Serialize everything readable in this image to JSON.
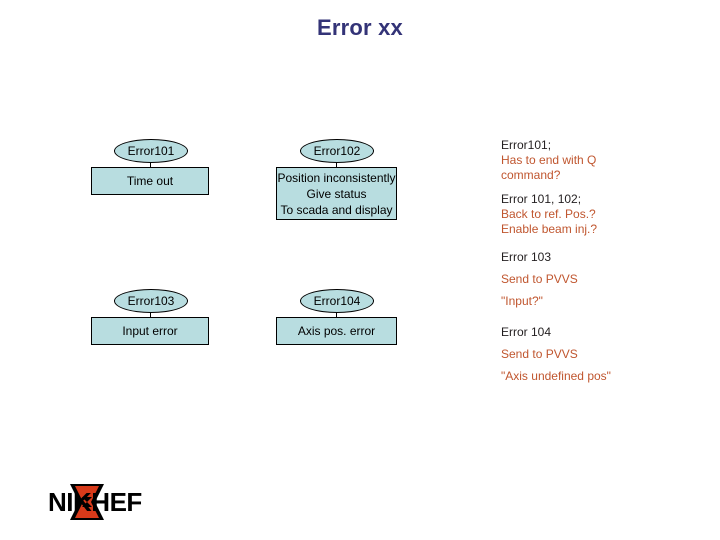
{
  "slide": {
    "title": "Error xx",
    "background_color": "#ffffff",
    "title_color": "#333377"
  },
  "palette": {
    "node_fill": "#b8dde0",
    "node_border": "#000000",
    "note_head_color": "#231f20",
    "note_body_color": "#c0562f",
    "logo_red": "#d83a1a",
    "logo_black": "#000000"
  },
  "flow": {
    "nodes": [
      {
        "id": "error101",
        "ellipse_label": "Error101",
        "rect_lines": [
          "Time out"
        ]
      },
      {
        "id": "error102",
        "ellipse_label": "Error102",
        "rect_lines": [
          "Position inconsistently",
          "Give status",
          "To scada and display"
        ]
      },
      {
        "id": "error103",
        "ellipse_label": "Error103",
        "rect_lines": [
          "Input error"
        ]
      },
      {
        "id": "error104",
        "ellipse_label": "Error104",
        "rect_lines": [
          "Axis pos. error"
        ]
      }
    ]
  },
  "notes": {
    "blocks": [
      {
        "head": "Error101;",
        "body": [
          "Has to end with Q",
          "command?"
        ],
        "spaced": false
      },
      {
        "head": "Error 101, 102;",
        "body": [
          "Back to ref. Pos.?",
          "Enable beam inj.?"
        ],
        "spaced": false
      },
      {
        "head": "Error 103",
        "body": [
          "Send to PVVS",
          "\"Input?\""
        ],
        "spaced": true
      },
      {
        "head": "Error 104",
        "body": [
          "Send to PVVS",
          "\"Axis undefined pos\""
        ],
        "spaced": true
      }
    ]
  },
  "logo": {
    "text_before": "NI",
    "text_middle": "KH",
    "text_after": "EF",
    "full_text": "NIKHEF"
  }
}
